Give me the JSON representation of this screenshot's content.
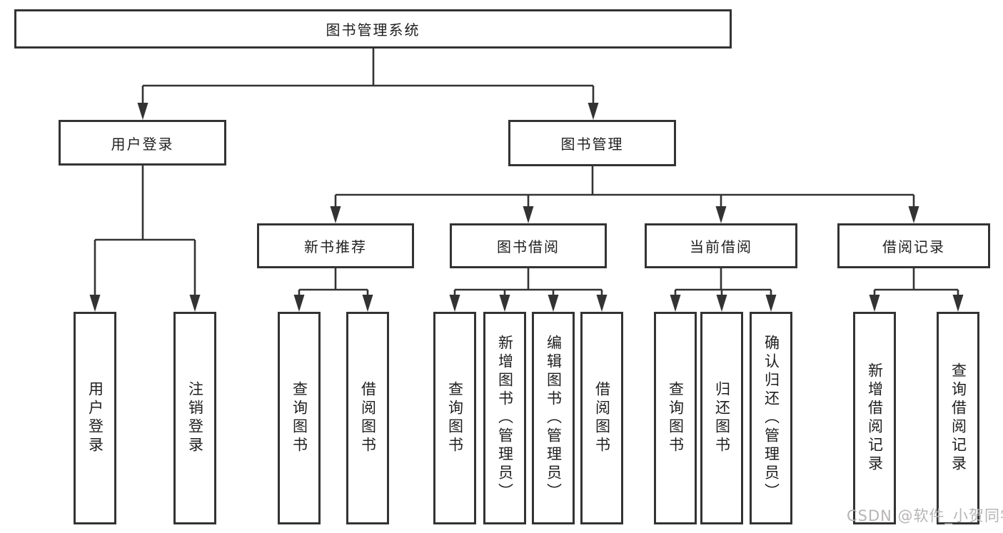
{
  "tree": {
    "label": "图书管理系统",
    "children": [
      {
        "label": "用户登录",
        "children": [
          {
            "label": "用户登录"
          },
          {
            "label": "注销登录"
          }
        ]
      },
      {
        "label": "图书管理",
        "children": [
          {
            "label": "新书推荐",
            "children": [
              {
                "label": "查询图书"
              },
              {
                "label": "借阅图书"
              }
            ]
          },
          {
            "label": "图书借阅",
            "children": [
              {
                "label": "查询图书"
              },
              {
                "label": "新增图书（管理员）"
              },
              {
                "label": "编辑图书（管理员）"
              },
              {
                "label": "借阅图书"
              }
            ]
          },
          {
            "label": "当前借阅",
            "children": [
              {
                "label": "查询图书"
              },
              {
                "label": "归还图书"
              },
              {
                "label": "确认归还（管理员）"
              }
            ]
          },
          {
            "label": "借阅记录",
            "children": [
              {
                "label": "新增借阅记录"
              },
              {
                "label": "查询借阅记录"
              }
            ]
          }
        ]
      }
    ]
  },
  "watermark": {
    "text": "CSDN @软件_小贺同学"
  },
  "colors": {
    "line": "#333333",
    "text": "#1f1f1f",
    "background": "#ffffff",
    "watermark": "#b7b4b4"
  }
}
